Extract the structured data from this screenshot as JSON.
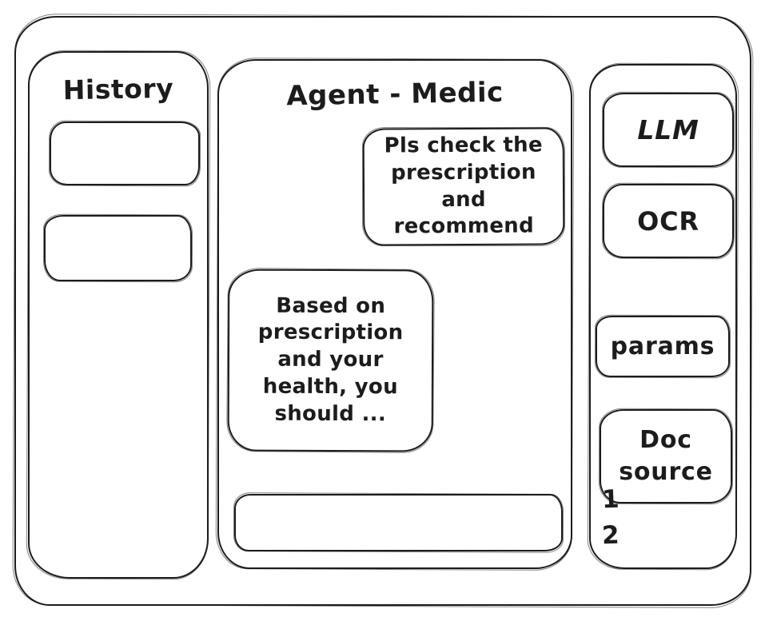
{
  "history_panel": {
    "title": "History",
    "items": [
      {
        "label": ""
      },
      {
        "label": ""
      }
    ]
  },
  "chat_panel": {
    "title": "Agent - Medic",
    "messages": [
      {
        "role": "user",
        "text": "Pls check the prescription and recommend"
      },
      {
        "role": "assistant",
        "text": "Based on prescription and your health, you should ..."
      }
    ],
    "input": {
      "value": "",
      "placeholder": ""
    }
  },
  "tools_panel": {
    "buttons": [
      {
        "id": "llm",
        "label": "LLM"
      },
      {
        "id": "ocr",
        "label": "OCR"
      },
      {
        "id": "params",
        "label": "params"
      },
      {
        "id": "doc-source",
        "label": "Doc source"
      }
    ],
    "doc_items": [
      "1",
      "2"
    ]
  },
  "colors": {
    "ink": "#1c1c1c",
    "canvas": "#ffffff"
  }
}
